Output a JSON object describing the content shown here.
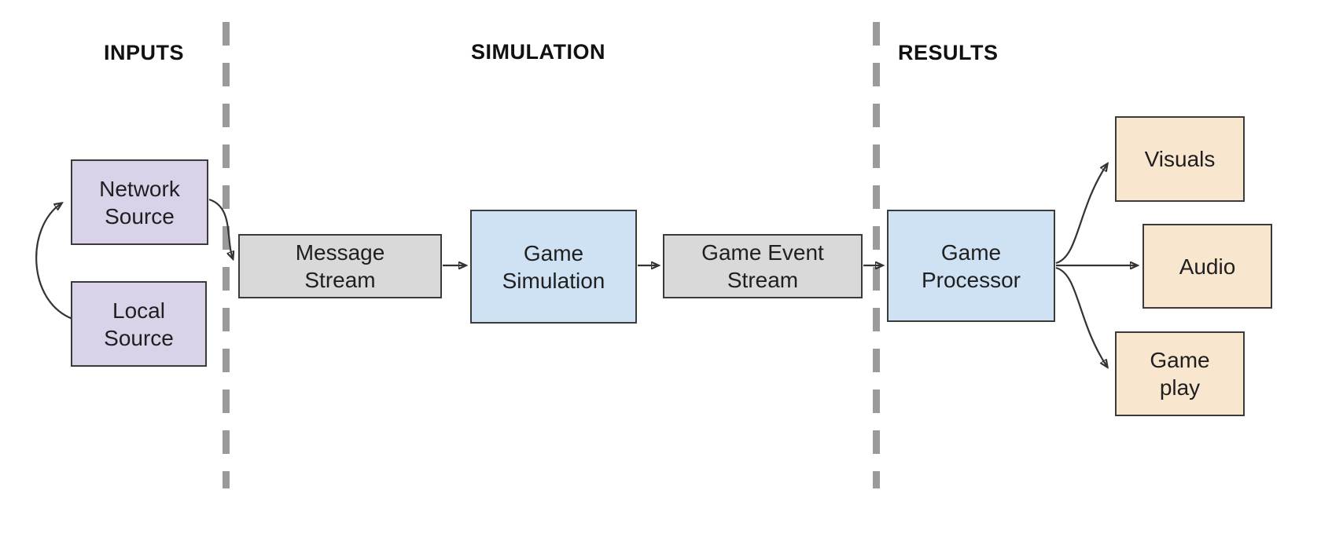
{
  "diagram": {
    "section_headers": {
      "inputs": "INPUTS",
      "simulation": "SIMULATION",
      "results": "RESULTS"
    },
    "nodes": {
      "network_source": "Network\nSource",
      "local_source": "Local\nSource",
      "message_stream": "Message\nStream",
      "game_simulation": "Game\nSimulation",
      "game_event_stream": "Game Event\nStream",
      "game_processor": "Game\nProcessor",
      "visuals": "Visuals",
      "audio": "Audio",
      "game_play": "Game\nplay"
    },
    "edges": [
      {
        "from": "local_source",
        "to": "network_source",
        "style": "curved"
      },
      {
        "from": "network_source",
        "to": "message_stream",
        "style": "curved"
      },
      {
        "from": "message_stream",
        "to": "game_simulation",
        "style": "straight"
      },
      {
        "from": "game_simulation",
        "to": "game_event_stream",
        "style": "straight"
      },
      {
        "from": "game_event_stream",
        "to": "game_processor",
        "style": "straight"
      },
      {
        "from": "game_processor",
        "to": "visuals",
        "style": "curved"
      },
      {
        "from": "game_processor",
        "to": "audio",
        "style": "straight"
      },
      {
        "from": "game_processor",
        "to": "game_play",
        "style": "curved"
      }
    ],
    "colors": {
      "source_fill": "#d9d2e9",
      "stream_fill": "#d9d9d9",
      "process_fill": "#cfe2f3",
      "result_fill": "#f9e6cf",
      "box_border": "#3b3b3b",
      "arrow": "#333333",
      "divider": "#9a9a9a",
      "background": "#ffffff"
    }
  }
}
